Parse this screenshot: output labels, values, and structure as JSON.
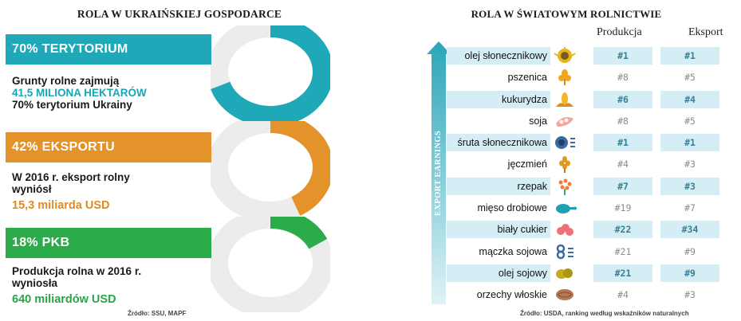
{
  "left": {
    "title": "ROLA W UKRAIŃSKIEJ GOSPODARCE",
    "sections": [
      {
        "band_label": "70% TERYTORIUM",
        "band_color": "#1fa8b8",
        "fill_percent": 70,
        "line1": "Grunty rolne zajmują",
        "highlight": "41,5 MILIONA HEKTARÓW",
        "line3": "70% terytorium Ukrainy"
      },
      {
        "band_label": "42% EKSPORTU",
        "band_color": "#e4932a",
        "fill_percent": 42,
        "line1": "W 2016 r. eksport rolny",
        "line2": "wyniósł",
        "highlight": "15,3 miliarda USD"
      },
      {
        "band_label": "18% PKB",
        "band_color": "#2bab4a",
        "fill_percent": 18,
        "line1": "Produkcja rolna w 2016 r.",
        "line2": "wyniosła",
        "highlight": "640 miliardów USD"
      }
    ],
    "source": "Źródło: SSU, MAPF"
  },
  "right": {
    "title": "ROLA W ŚWIATOWYM ROLNICTWIE",
    "col_production": "Produkcja",
    "col_export": "Eksport",
    "arrow_label": "EXPORT EARNINGS",
    "rows": [
      {
        "name": "olej słonecznikowy",
        "icon": "sunflower-oil-icon",
        "production": "#1",
        "export": "#1",
        "shade": true
      },
      {
        "name": "pszenica",
        "icon": "wheat-icon",
        "production": "#8",
        "export": "#5",
        "shade": false
      },
      {
        "name": "kukurydza",
        "icon": "corn-icon",
        "production": "#6",
        "export": "#4",
        "shade": true
      },
      {
        "name": "soja",
        "icon": "soybean-icon",
        "production": "#8",
        "export": "#5",
        "shade": false
      },
      {
        "name": "śruta słonecznikowa",
        "icon": "sunflower-meal-icon",
        "production": "#1",
        "export": "#1",
        "shade": true
      },
      {
        "name": "jęczmień",
        "icon": "barley-icon",
        "production": "#4",
        "export": "#3",
        "shade": false
      },
      {
        "name": "rzepak",
        "icon": "rapeseed-icon",
        "production": "#7",
        "export": "#3",
        "shade": true
      },
      {
        "name": "mięso drobiowe",
        "icon": "poultry-icon",
        "production": "#19",
        "export": "#7",
        "shade": false
      },
      {
        "name": "biały cukier",
        "icon": "sugar-icon",
        "production": "#22",
        "export": "#34",
        "shade": true
      },
      {
        "name": "mączka sojowa",
        "icon": "soybean-meal-icon",
        "production": "#21",
        "export": "#9",
        "shade": false
      },
      {
        "name": "olej sojowy",
        "icon": "soybean-oil-icon",
        "production": "#21",
        "export": "#9",
        "shade": true
      },
      {
        "name": "orzechy włoskie",
        "icon": "walnut-icon",
        "production": "#4",
        "export": "#3",
        "shade": false
      }
    ],
    "source": "Źródło: USDA, ranking według wskaźników naturalnych"
  },
  "colors": {
    "teal": "#1fa8b8",
    "orange": "#e4932a",
    "green": "#2bab4a",
    "row_shade": "#d5eef6",
    "arrow": "#2aa5b8"
  }
}
